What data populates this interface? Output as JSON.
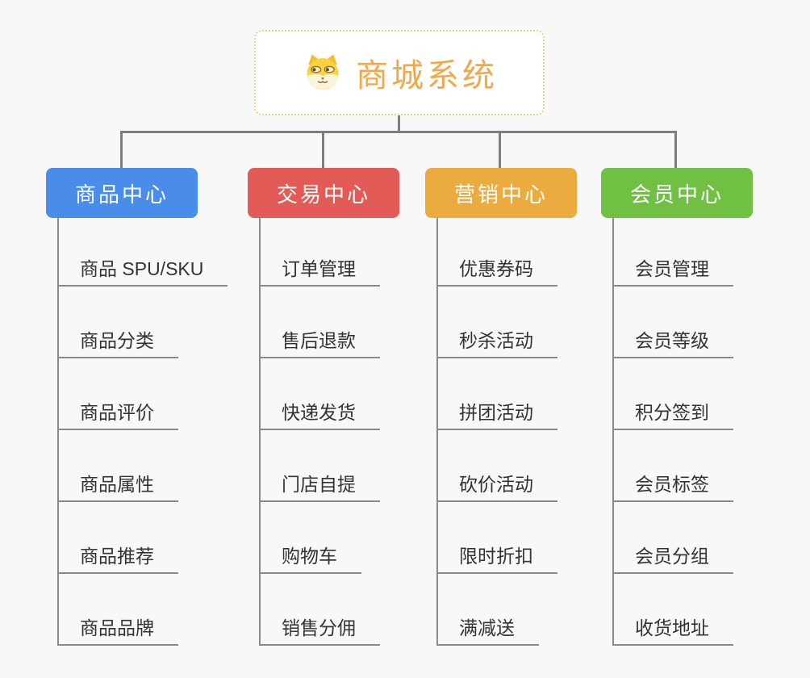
{
  "root": {
    "label": "商城系统",
    "icon": "doge-icon"
  },
  "colors": {
    "background": "#f8f8f8",
    "root_border": "#f3ce8b",
    "root_text": "#f0a848",
    "connector": "#7e7e7e",
    "leaf_line": "#8a8a8a",
    "leaf_text": "#333333",
    "branch_text": "#ffffff"
  },
  "branches": [
    {
      "label": "商品中心",
      "color": "#4a8de8",
      "items": [
        "商品 SPU/SKU",
        "商品分类",
        "商品评价",
        "商品属性",
        "商品推荐",
        "商品品牌"
      ]
    },
    {
      "label": "交易中心",
      "color": "#e35b56",
      "items": [
        "订单管理",
        "售后退款",
        "快递发货",
        "门店自提",
        "购物车",
        "销售分佣"
      ]
    },
    {
      "label": "营销中心",
      "color": "#ebab3f",
      "items": [
        "优惠券码",
        "秒杀活动",
        "拼团活动",
        "砍价活动",
        "限时折扣",
        "满减送"
      ]
    },
    {
      "label": "会员中心",
      "color": "#6fc043",
      "items": [
        "会员管理",
        "会员等级",
        "积分签到",
        "会员标签",
        "会员分组",
        "收货地址"
      ]
    }
  ]
}
